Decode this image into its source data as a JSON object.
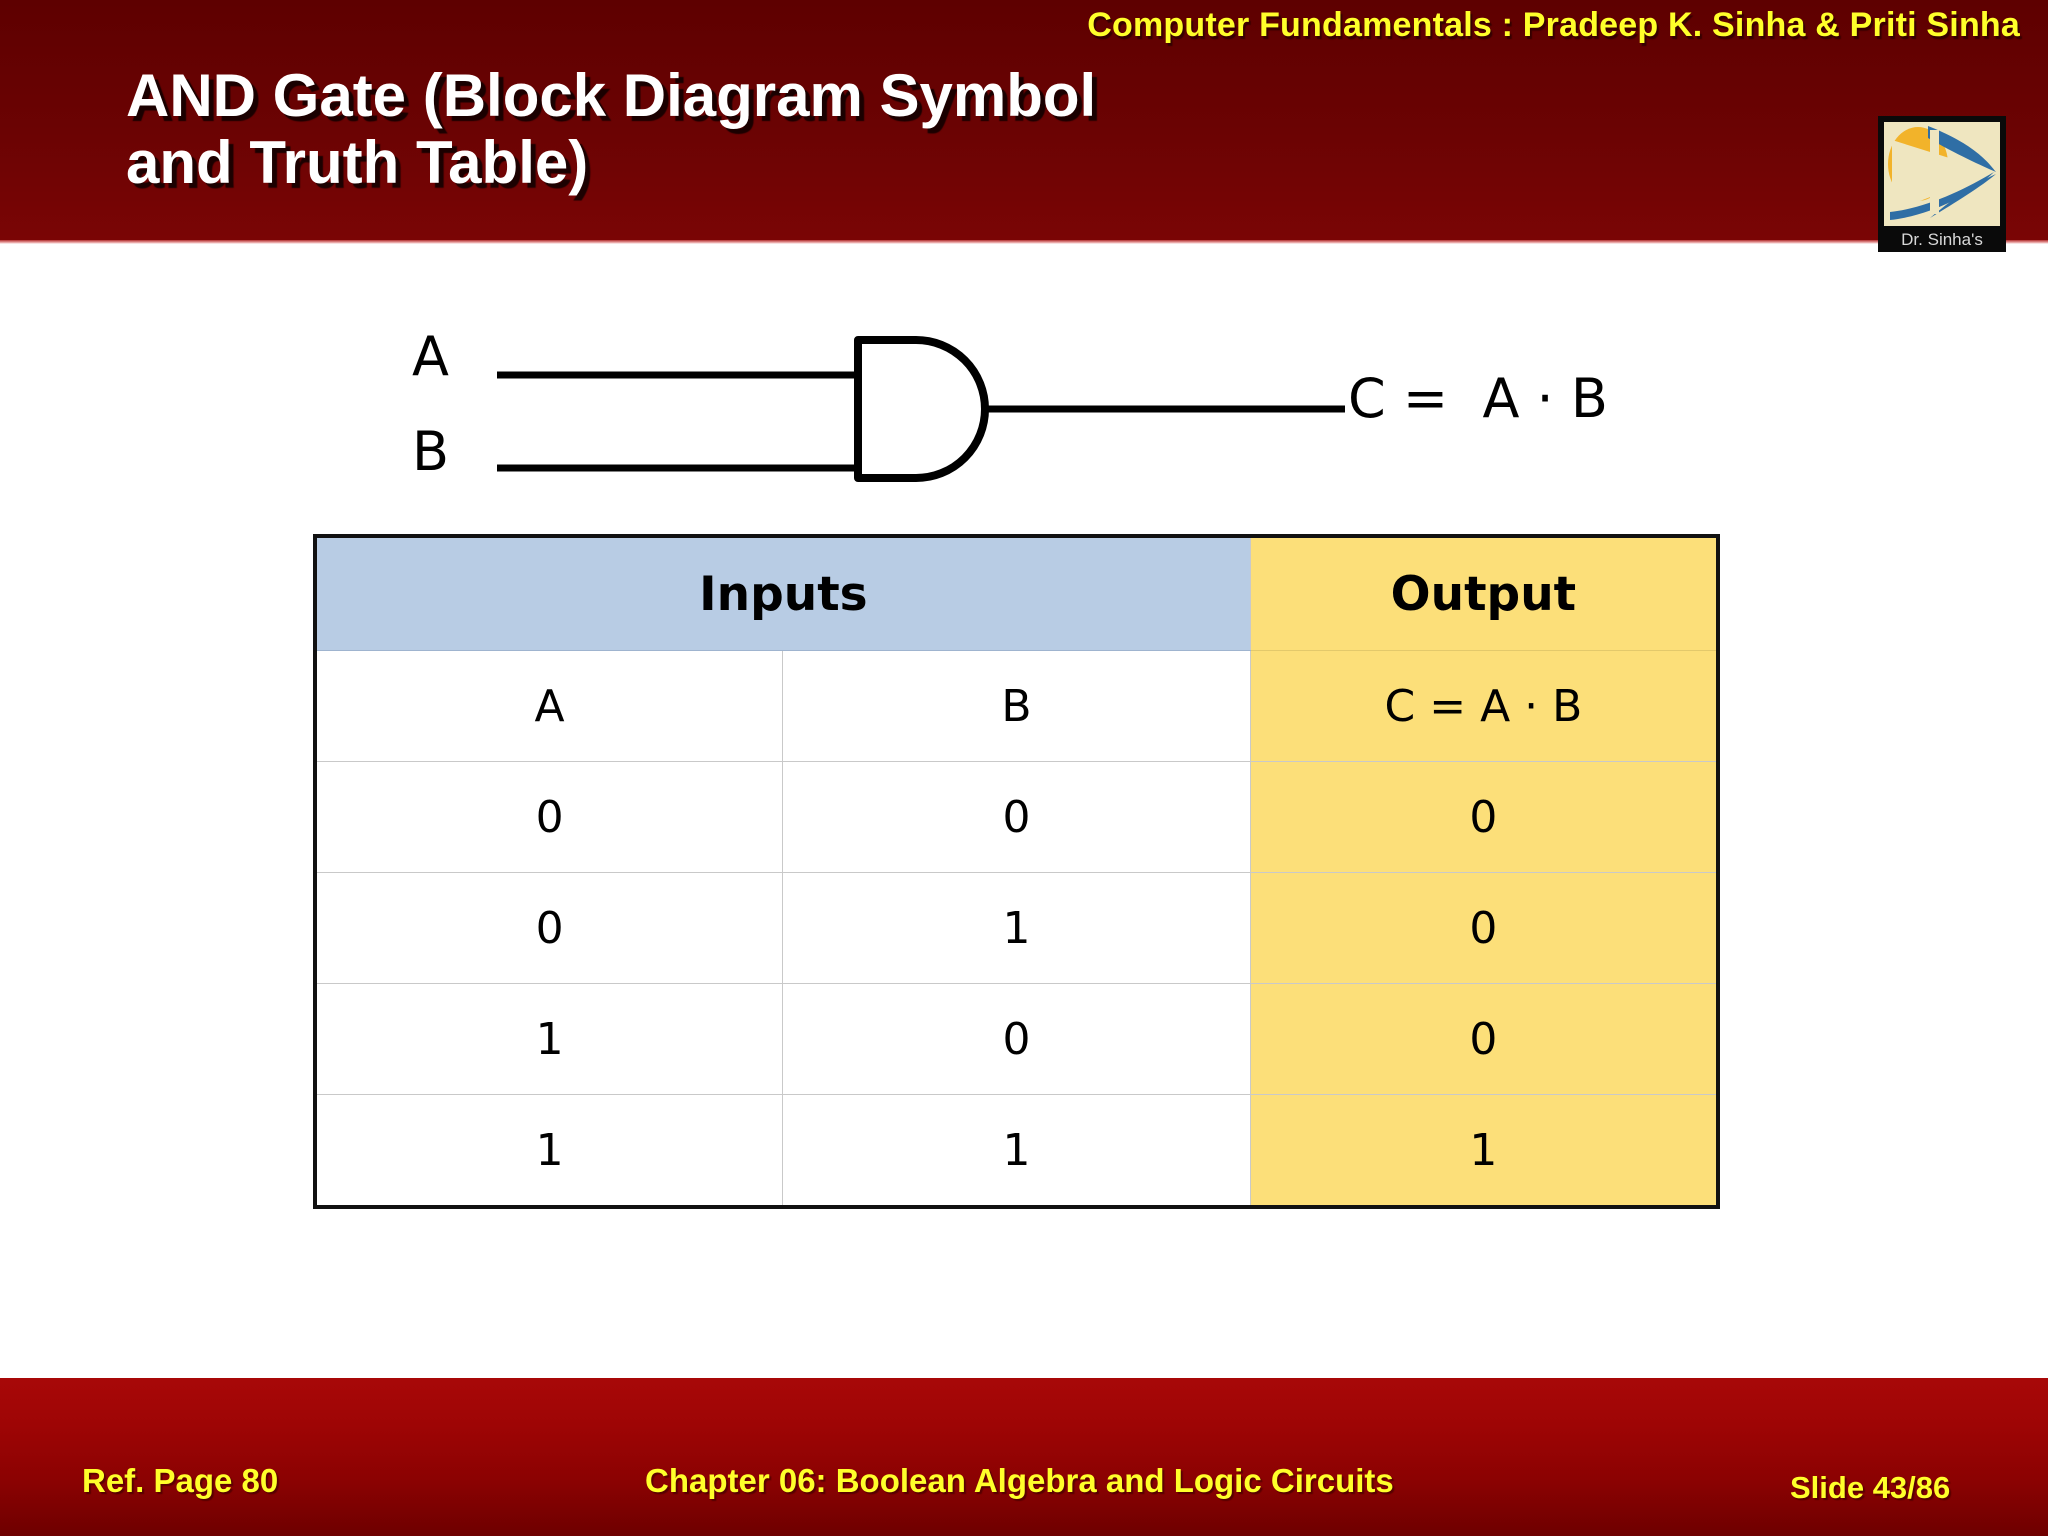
{
  "header": {
    "course_credit": "Computer Fundamentals : Pradeep K. Sinha & Priti Sinha",
    "title": "AND Gate (Block Diagram Symbol\nand Truth Table)",
    "band_color": "#660000",
    "title_color": "#ffffff",
    "credit_color": "#ffff2a"
  },
  "logo": {
    "caption": "Dr. Sinha's",
    "accent_yellow": "#f2b32a",
    "accent_blue": "#2f6ea5",
    "cream": "#efe6c0"
  },
  "diagram": {
    "input_a_label": "A",
    "input_b_label": "B",
    "output_expression": "C =  A · B",
    "gate_type": "AND",
    "line_color": "#000000"
  },
  "truth_table": {
    "group_headers": [
      {
        "label": "Inputs",
        "span": 2,
        "bg": "#b8cce4"
      },
      {
        "label": "Output",
        "span": 1,
        "bg": "#fcdf79"
      }
    ],
    "column_headers": [
      "A",
      "B",
      "C = A · B"
    ],
    "rows": [
      {
        "a": "0",
        "b": "0",
        "c": "0"
      },
      {
        "a": "0",
        "b": "1",
        "c": "0"
      },
      {
        "a": "1",
        "b": "0",
        "c": "0"
      },
      {
        "a": "1",
        "b": "1",
        "c": "1"
      }
    ]
  },
  "footer": {
    "ref_page": "Ref. Page  80",
    "chapter": "Chapter 06: Boolean Algebra and Logic Circuits",
    "slide_number": "Slide 43/86",
    "band_color": "#9e0505",
    "text_color": "#ffff2a"
  }
}
